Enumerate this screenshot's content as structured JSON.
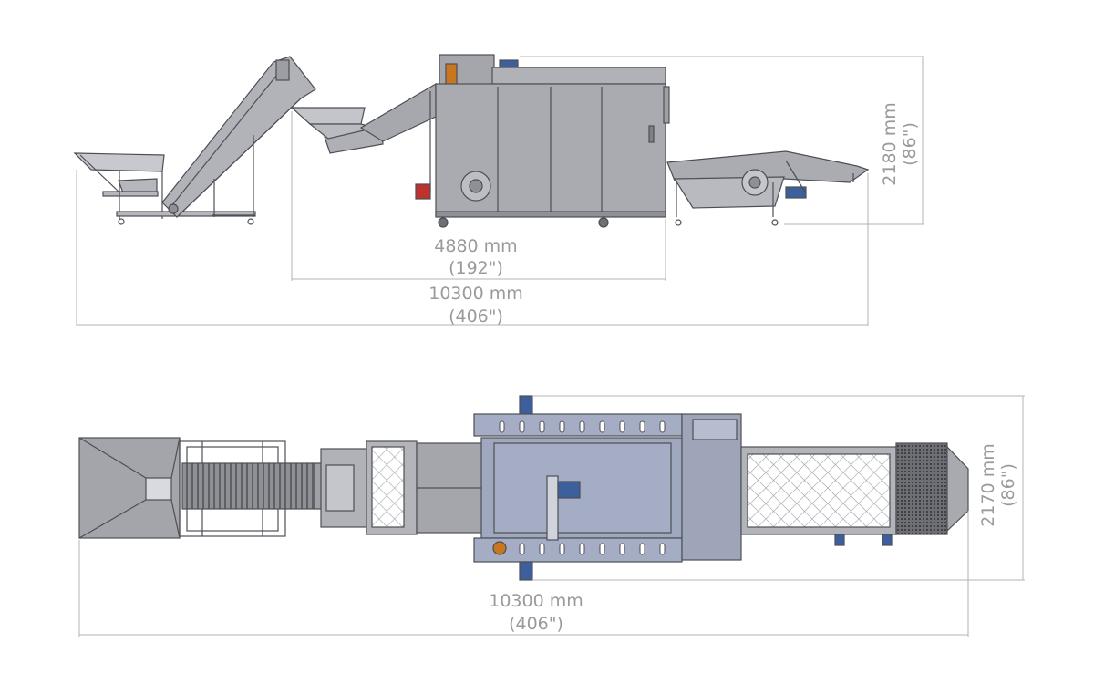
{
  "side_view": {
    "overall_length": {
      "value": "10300 mm",
      "imperial": "(406\")"
    },
    "main_unit_length": {
      "value": "4880 mm",
      "imperial": "(192\")"
    },
    "height": {
      "value": "2180 mm",
      "imperial": "(86\")"
    }
  },
  "top_view": {
    "overall_length": {
      "value": "10300 mm",
      "imperial": "(406\")"
    },
    "width": {
      "value": "2170 mm",
      "imperial": "(86\")"
    }
  },
  "colors": {
    "machine_body": "#a9abb0",
    "machine_top": "#a4adc4",
    "outline": "#4d4f55",
    "dimension_line": "#b3b3b3",
    "dimension_text": "#9a9a9a",
    "motor_blue": "#3d5f9c",
    "burner_red": "#c0332c",
    "accent_orange": "#c9771f"
  }
}
